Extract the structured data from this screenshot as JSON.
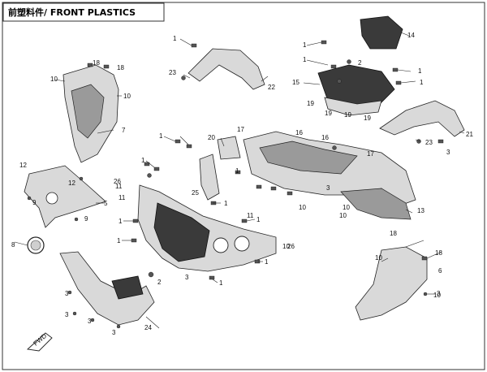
{
  "title": "前塑料件/ FRONT  PLASTICS",
  "callouts": [
    {
      "id": "c1",
      "text": "1"
    },
    {
      "id": "c2",
      "text": "1"
    },
    {
      "id": "c3",
      "text": "1"
    },
    {
      "id": "c4",
      "text": "1"
    },
    {
      "id": "c5",
      "text": "1"
    },
    {
      "id": "c6",
      "text": "1"
    },
    {
      "id": "c7",
      "text": "1"
    },
    {
      "id": "c8",
      "text": "1"
    },
    {
      "id": "c9",
      "text": "1"
    },
    {
      "id": "c10",
      "text": "1"
    },
    {
      "id": "c11",
      "text": "1"
    },
    {
      "id": "c12",
      "text": "1"
    },
    {
      "id": "c13",
      "text": "1"
    },
    {
      "id": "c14",
      "text": "1"
    },
    {
      "id": "c15",
      "text": "2"
    },
    {
      "id": "c16",
      "text": "2"
    },
    {
      "id": "c17",
      "text": "3"
    },
    {
      "id": "c18",
      "text": "3"
    },
    {
      "id": "c19",
      "text": "3"
    },
    {
      "id": "c20",
      "text": "3"
    },
    {
      "id": "c21",
      "text": "3"
    },
    {
      "id": "c22",
      "text": "3"
    },
    {
      "id": "c23",
      "text": "3"
    },
    {
      "id": "c24",
      "text": "3"
    },
    {
      "id": "c25",
      "text": "5"
    },
    {
      "id": "c26",
      "text": "6"
    },
    {
      "id": "c27",
      "text": "7"
    },
    {
      "id": "c28",
      "text": "8"
    },
    {
      "id": "c29",
      "text": "9"
    },
    {
      "id": "c30",
      "text": "9"
    },
    {
      "id": "c31",
      "text": "10"
    },
    {
      "id": "c32",
      "text": "10"
    },
    {
      "id": "c33",
      "text": "10"
    },
    {
      "id": "c34",
      "text": "10"
    },
    {
      "id": "c35",
      "text": "10"
    },
    {
      "id": "c36",
      "text": "10"
    },
    {
      "id": "c37",
      "text": "10"
    },
    {
      "id": "c38",
      "text": "10"
    },
    {
      "id": "c39",
      "text": "11"
    },
    {
      "id": "c40",
      "text": "11"
    },
    {
      "id": "c41",
      "text": "11"
    },
    {
      "id": "c42",
      "text": "12"
    },
    {
      "id": "c43",
      "text": "12"
    },
    {
      "id": "c44",
      "text": "13"
    },
    {
      "id": "c45",
      "text": "14"
    },
    {
      "id": "c46",
      "text": "15"
    },
    {
      "id": "c47",
      "text": "16"
    },
    {
      "id": "c48",
      "text": "16"
    },
    {
      "id": "c49",
      "text": "17"
    },
    {
      "id": "c50",
      "text": "17"
    },
    {
      "id": "c51",
      "text": "18"
    },
    {
      "id": "c52",
      "text": "18"
    },
    {
      "id": "c53",
      "text": "18"
    },
    {
      "id": "c54",
      "text": "18"
    },
    {
      "id": "c55",
      "text": "19"
    },
    {
      "id": "c56",
      "text": "19"
    },
    {
      "id": "c57",
      "text": "19"
    },
    {
      "id": "c58",
      "text": "19"
    },
    {
      "id": "c59",
      "text": "20"
    },
    {
      "id": "c60",
      "text": "21"
    },
    {
      "id": "c61",
      "text": "22"
    },
    {
      "id": "c62",
      "text": "23"
    },
    {
      "id": "c63",
      "text": "23"
    },
    {
      "id": "c64",
      "text": "24"
    },
    {
      "id": "c65",
      "text": "25"
    },
    {
      "id": "c66",
      "text": "26"
    },
    {
      "id": "c67",
      "text": "26"
    }
  ],
  "fwd_label": "FWD"
}
